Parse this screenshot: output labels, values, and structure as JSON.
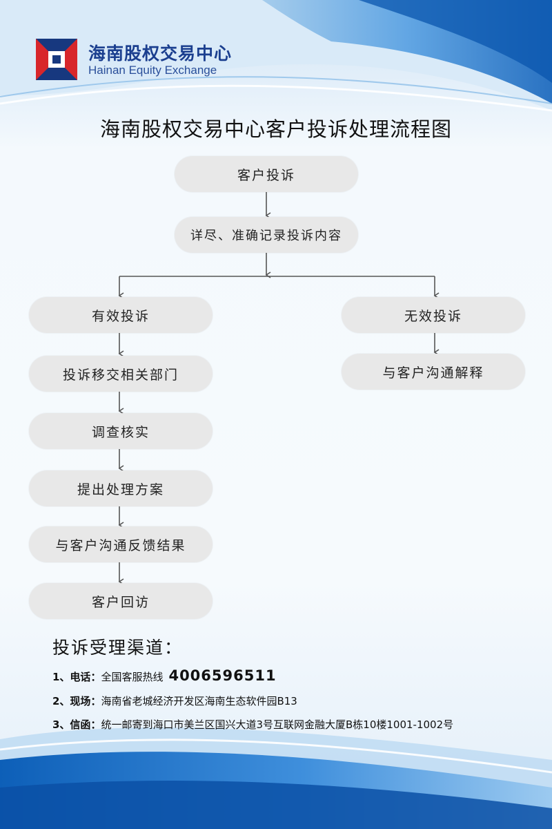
{
  "header": {
    "logo_name_cn": "海南股权交易中心",
    "logo_name_en": "Hainan Equity Exchange",
    "logo_colors": {
      "blue": "#17387f",
      "red": "#d8262b"
    }
  },
  "title": "海南股权交易中心客户投诉处理流程图",
  "flow": {
    "start": "客户投诉",
    "record": "详尽、准确记录投诉内容",
    "valid_branch": [
      "有效投诉",
      "投诉移交相关部门",
      "调查核实",
      "提出处理方案",
      "与客户沟通反馈结果",
      "客户回访"
    ],
    "invalid_branch": [
      "无效投诉",
      "与客户沟通解释"
    ]
  },
  "channels": {
    "title": "投诉受理渠道：",
    "items": [
      {
        "label": "1、电话：",
        "text": "全国客服热线",
        "number": "4006596511"
      },
      {
        "label": "2、现场：",
        "text": "海南省老城经济开发区海南生态软件园B13",
        "number": ""
      },
      {
        "label": "3、信函：",
        "text": "统一邮寄到海口市美兰区国兴大道3号互联网金融大厦B栋10楼1001-1002号",
        "number": ""
      }
    ]
  },
  "colors": {
    "node_bg": "#e8e8e8",
    "arrow": "#555555",
    "brand_blue": "#1b3f8f"
  }
}
